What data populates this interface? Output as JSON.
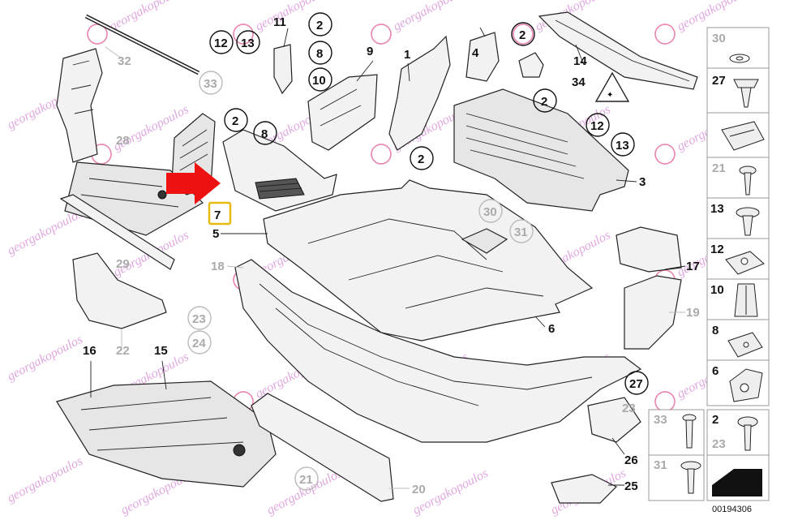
{
  "labels": {
    "l1": "1",
    "l2a": "2",
    "l2b": "2",
    "l2c": "2",
    "l2d": "2",
    "l3": "3",
    "l4": "4",
    "l5": "5",
    "l6": "6",
    "l7": "7",
    "l8a": "8",
    "l8b": "8",
    "l9": "9",
    "l10": "10",
    "l11": "11",
    "l12a": "12",
    "l12b": "12",
    "l13a": "13",
    "l13b": "13",
    "l14": "14",
    "l15": "15",
    "l16": "16",
    "l17": "17",
    "l18": "18",
    "l19": "19",
    "l20": "20",
    "l21": "21",
    "l22": "22",
    "l23a": "23",
    "l23b": "23",
    "l24": "24",
    "l25": "25",
    "l26": "26",
    "l27": "27",
    "l28": "28",
    "l29": "29",
    "l30": "30",
    "l31": "31",
    "l32": "32",
    "l33": "33",
    "l34": "34"
  },
  "legend": {
    "cells": [
      {
        "num": "30",
        "grey": true,
        "icon": "washer-icon"
      },
      {
        "num": "27",
        "grey": false,
        "icon": "expansion-rivet-icon"
      },
      {
        "num": "",
        "grey": false,
        "icon": "spring-clip-icon"
      },
      {
        "num": "21",
        "grey": true,
        "icon": "screw-icon"
      },
      {
        "num": "13",
        "grey": false,
        "icon": "push-rivet-icon"
      },
      {
        "num": "12",
        "grey": false,
        "icon": "clip-nut-icon"
      },
      {
        "num": "10",
        "grey": false,
        "icon": "expanding-nut-icon"
      },
      {
        "num": "8",
        "grey": false,
        "icon": "spring-nut-icon"
      },
      {
        "num": "6",
        "grey": false,
        "icon": "clamp-icon"
      },
      {
        "num": "2",
        "grey": false,
        "icon": "collar-screw-icon"
      },
      {
        "num": "23",
        "grey": true,
        "icon": "screw-icon"
      },
      {
        "num": "33",
        "grey": true,
        "icon": "bolt-icon"
      },
      {
        "num": "31",
        "grey": true,
        "icon": "collar-bolt-icon"
      }
    ]
  },
  "diagram_ref": "00194306",
  "watermark": "georgakopoulos",
  "colors": {
    "highlight": "#e8b90e",
    "arrow": "#ee1111",
    "watermark": "#d88ad8",
    "grey_label": "#aaaaaa"
  }
}
